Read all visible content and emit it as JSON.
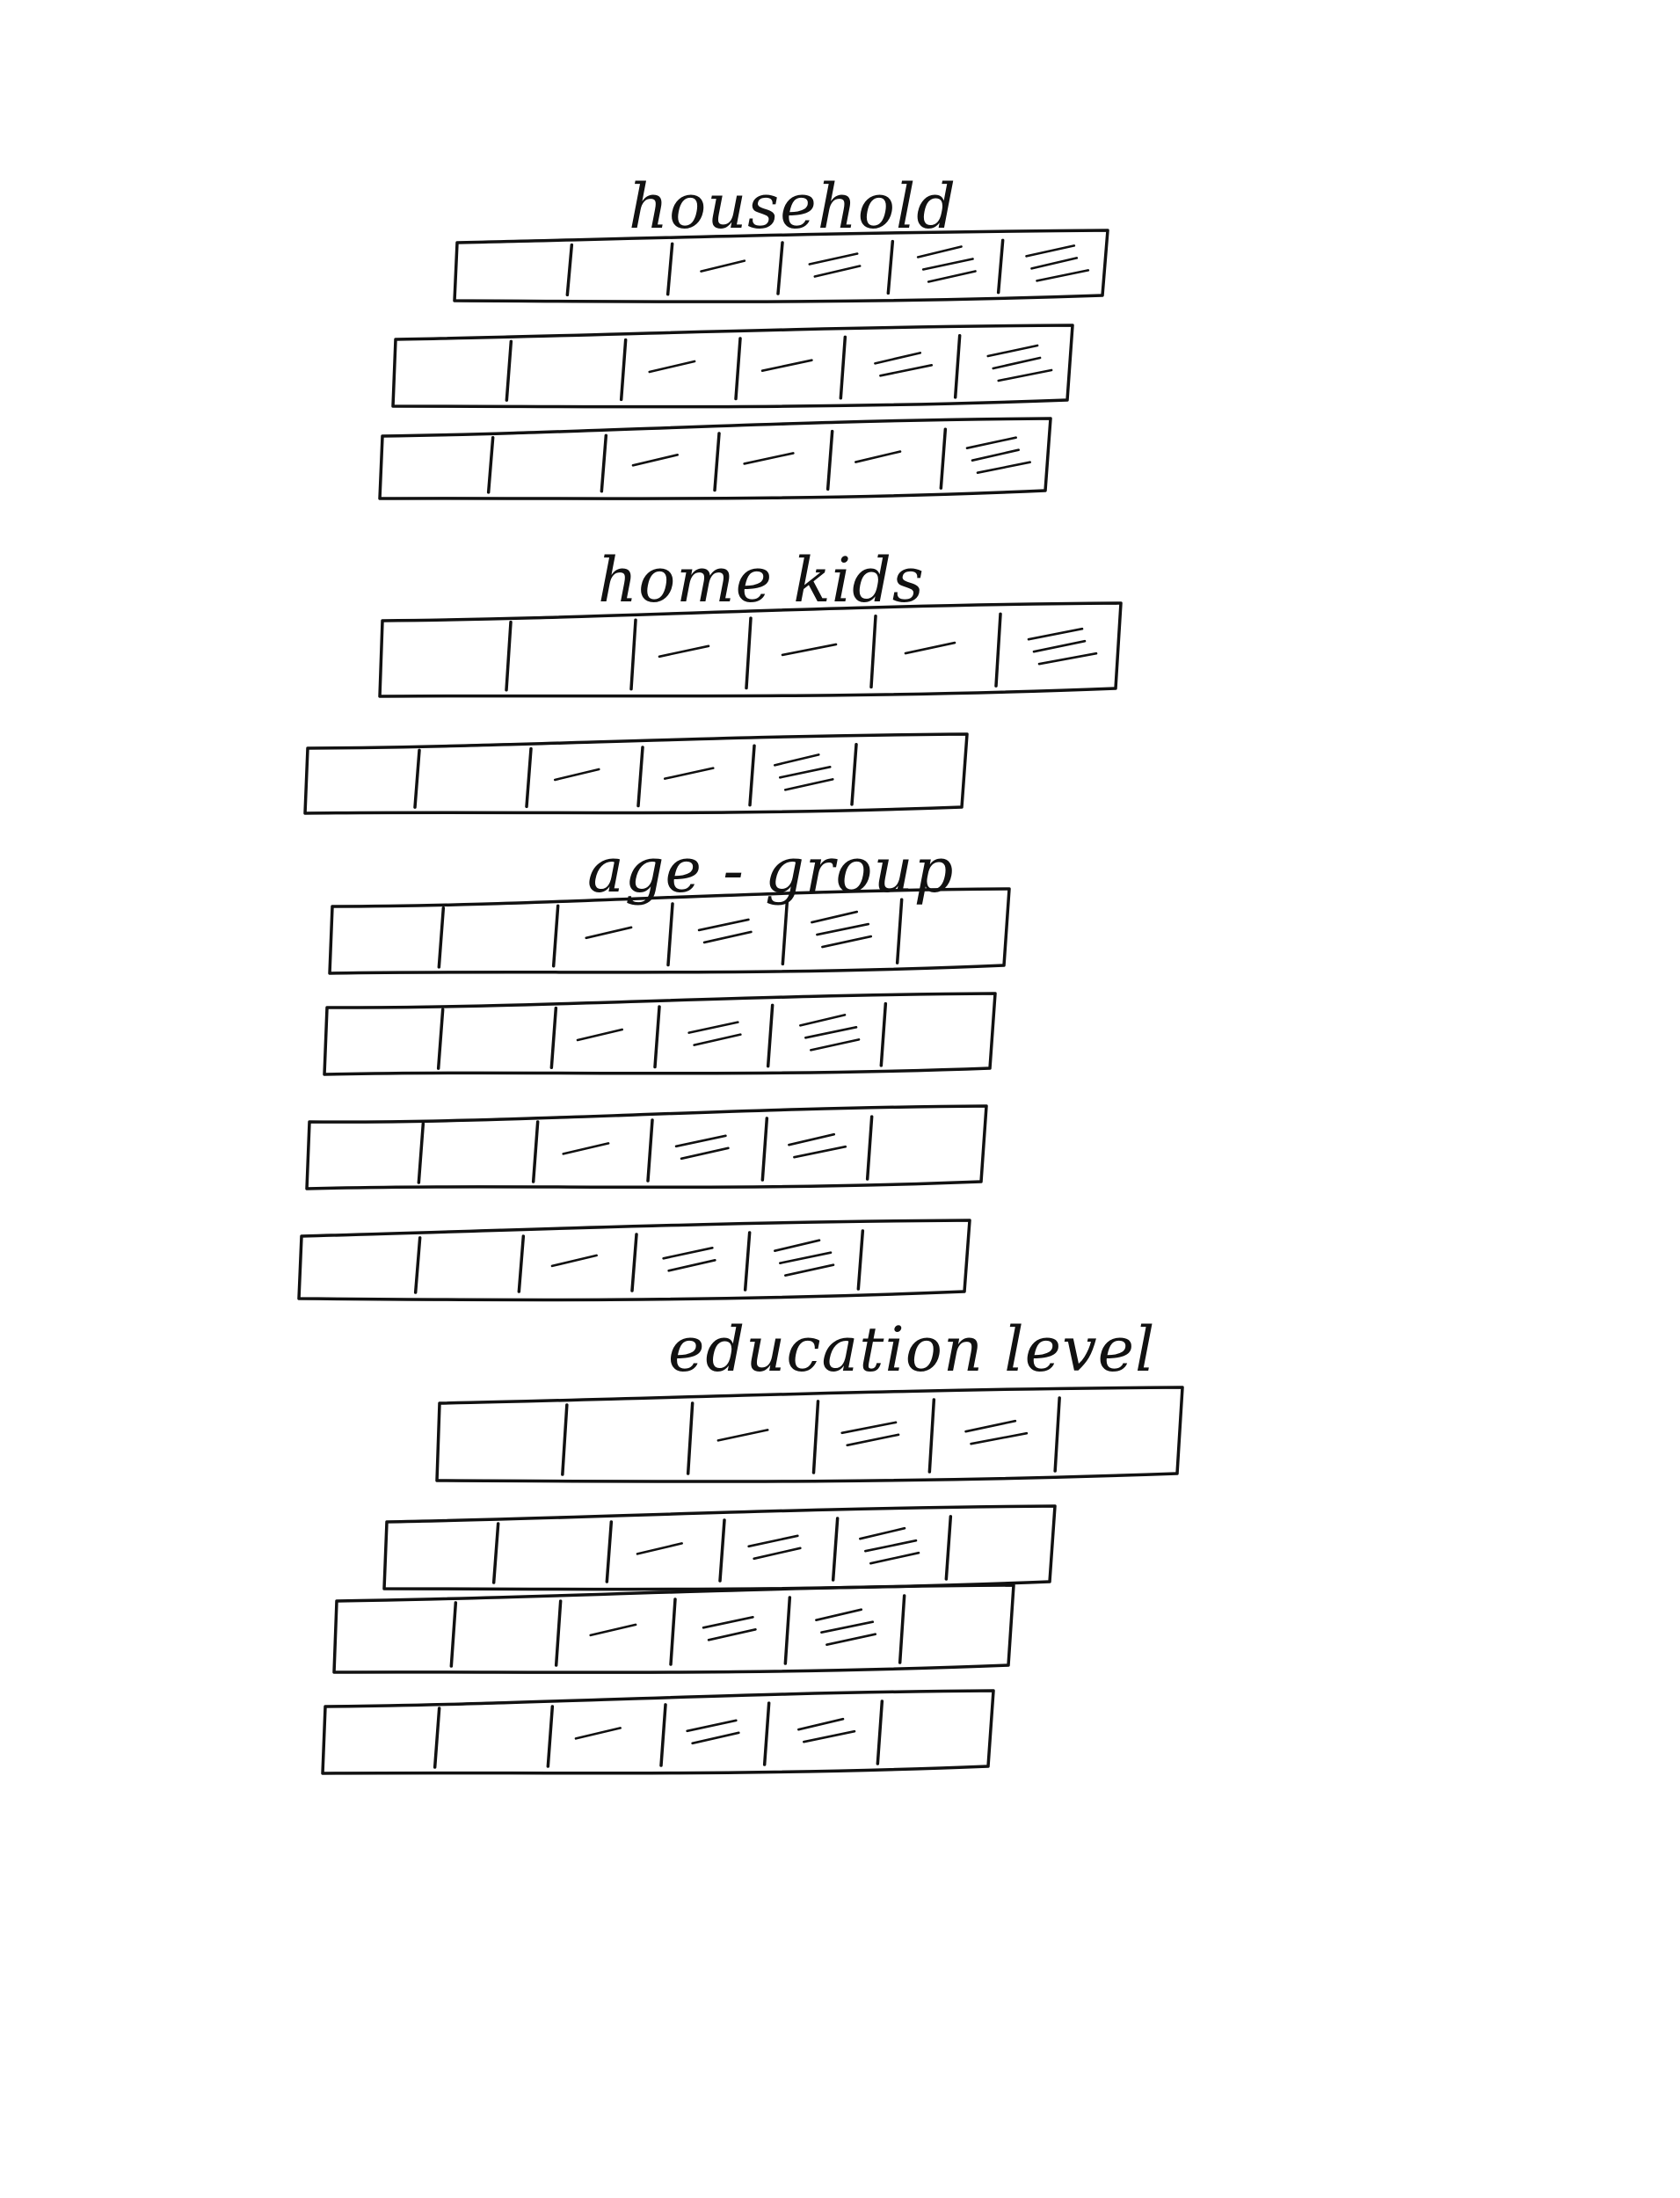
{
  "groups": [
    {
      "title": "household",
      "bars": [
        {
          "segments": 6,
          "fill": [
            0,
            0,
            1,
            2,
            3,
            3
          ]
        },
        {
          "segments": 6,
          "fill": [
            0,
            0,
            1,
            1,
            2,
            3
          ]
        },
        {
          "segments": 6,
          "fill": [
            0,
            0,
            1,
            1,
            1,
            3
          ]
        }
      ]
    },
    {
      "title": "home kids",
      "bars": [
        {
          "segments": 6,
          "fill": [
            0,
            0,
            1,
            1,
            1,
            3
          ]
        },
        {
          "segments": 6,
          "fill": [
            0,
            0,
            1,
            1,
            3
          ]
        }
      ]
    },
    {
      "title": "age - group",
      "bars": [
        {
          "segments": 6,
          "fill": [
            0,
            0,
            1,
            2,
            3
          ]
        },
        {
          "segments": 6,
          "fill": [
            0,
            0,
            1,
            2,
            3
          ]
        },
        {
          "segments": 6,
          "fill": [
            0,
            0,
            1,
            2,
            2
          ]
        },
        {
          "segments": 6,
          "fill": [
            0,
            0,
            1,
            2,
            3
          ]
        }
      ]
    },
    {
      "title": "education level",
      "bars": [
        {
          "segments": 6,
          "fill": [
            0,
            0,
            1,
            2,
            2
          ]
        },
        {
          "segments": 6,
          "fill": [
            0,
            0,
            1,
            2,
            3
          ]
        },
        {
          "segments": 6,
          "fill": [
            0,
            0,
            1,
            2,
            3
          ]
        },
        {
          "segments": 6,
          "fill": [
            0,
            0,
            1,
            2,
            2
          ]
        }
      ]
    }
  ]
}
